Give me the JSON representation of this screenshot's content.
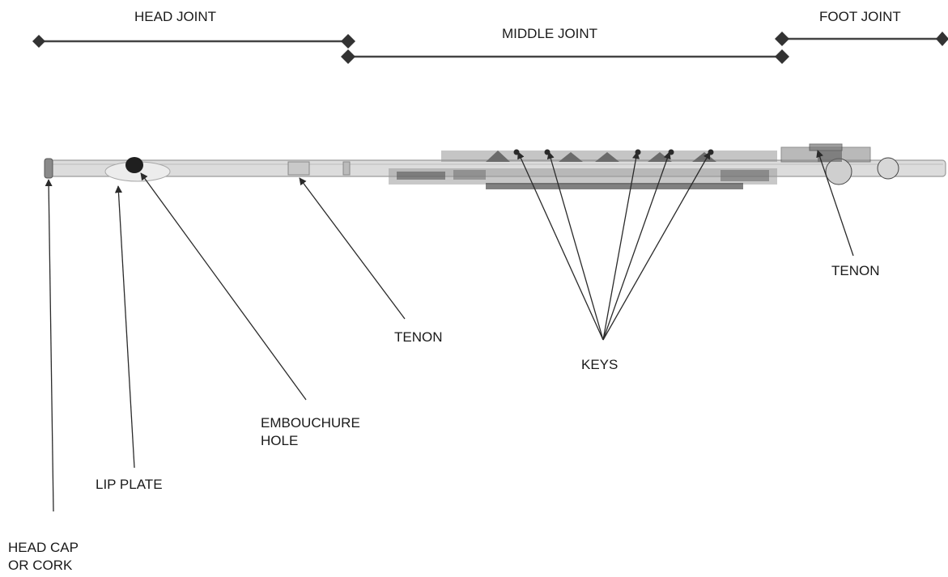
{
  "sections": {
    "head_joint": "HEAD JOINT",
    "middle_joint": "MIDDLE JOINT",
    "foot_joint": "FOOT JOINT"
  },
  "callouts": {
    "head_cap_line1": "HEAD CAP",
    "head_cap_line2": "OR CORK",
    "lip_plate": "LIP PLATE",
    "embouchure_line1": "EMBOUCHURE",
    "embouchure_line2": "HOLE",
    "tenon_head": "TENON",
    "keys": "KEYS",
    "tenon_foot": "TENON"
  },
  "colors": {
    "ink": "#3a3a3a",
    "flute_body": "#d9d9d9",
    "flute_dark": "#2a2a2a"
  }
}
